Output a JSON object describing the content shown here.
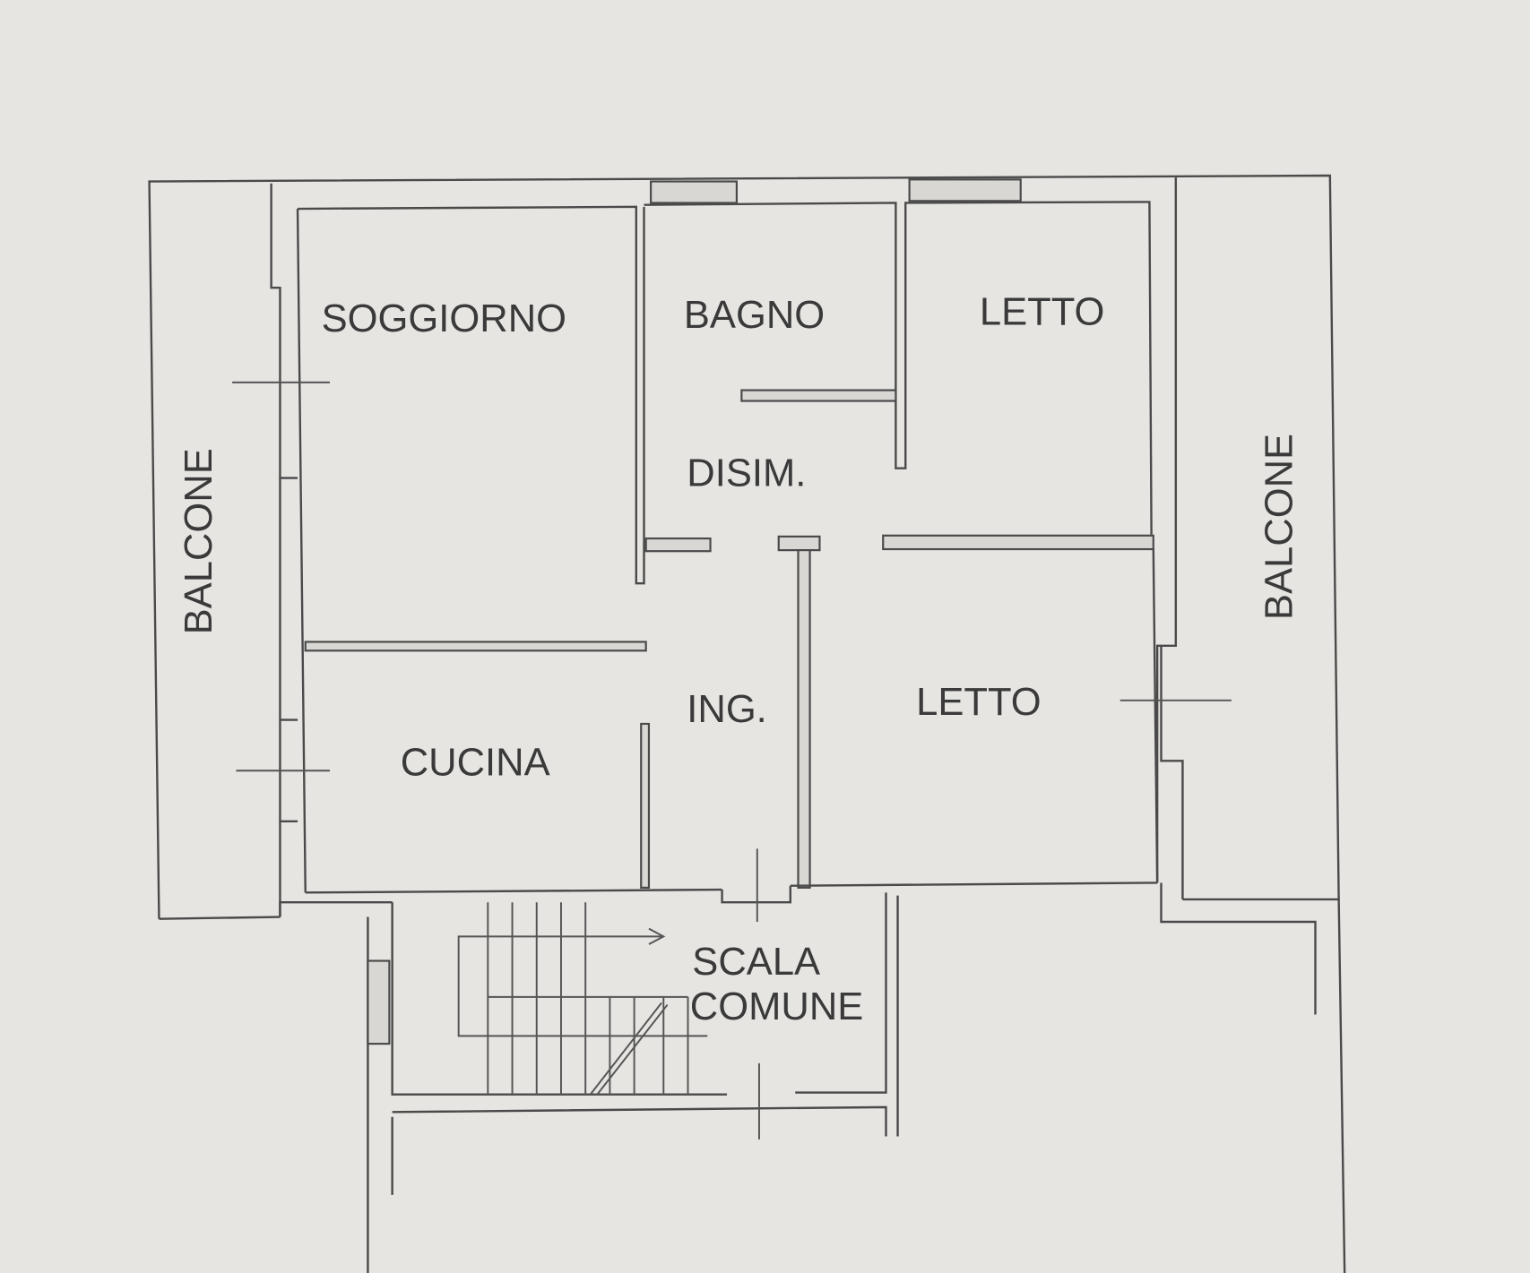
{
  "rooms": {
    "soggiorno": "SOGGIORNO",
    "bagno": "BAGNO",
    "letto_1": "LETTO",
    "disimpegno": "DISIM.",
    "ingresso": "ING.",
    "cucina": "CUCINA",
    "letto_2": "LETTO",
    "scala_line1": "SCALA",
    "scala_line2": "COMUNE",
    "balcone_left": "BALCONE",
    "balcone_right": "BALCONE"
  }
}
